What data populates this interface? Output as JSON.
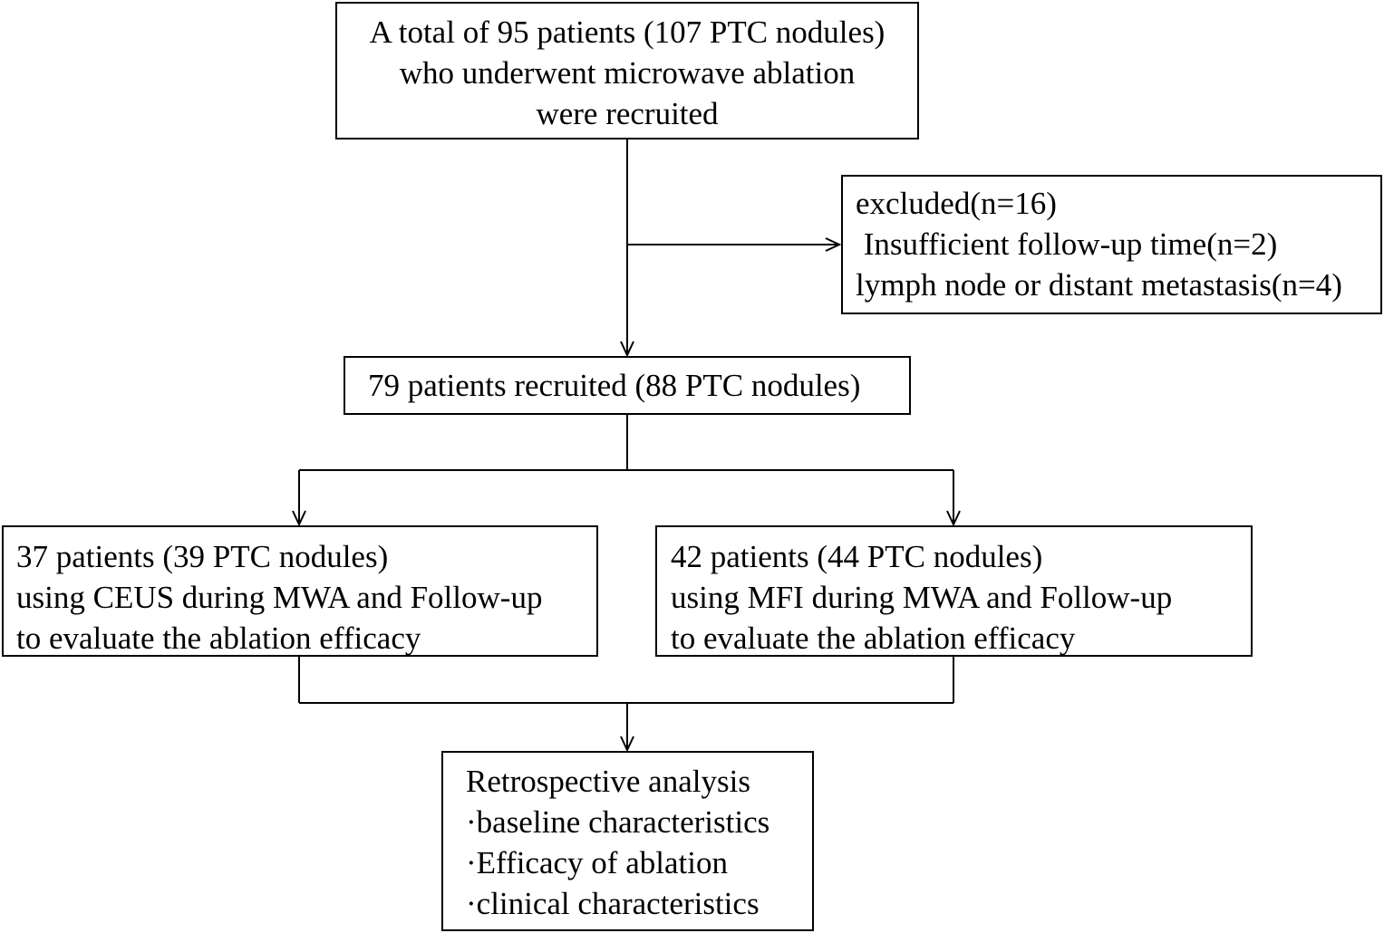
{
  "boxes": {
    "recruited_all": {
      "lines": [
        "A total of 95 patients (107 PTC nodules)",
        "who underwent microwave ablation",
        "were recruited"
      ]
    },
    "excluded": {
      "lines": [
        "excluded(n=16)",
        " Insufficient follow-up time(n=2)",
        "lymph node or distant metastasis(n=4)"
      ]
    },
    "recruited_79": {
      "lines": [
        "79 patients recruited (88 PTC nodules)"
      ]
    },
    "ceus_group": {
      "lines": [
        "37 patients (39 PTC nodules)",
        "using CEUS during MWA and Follow-up",
        "to evaluate the ablation efficacy"
      ]
    },
    "mfi_group": {
      "lines": [
        "42 patients (44 PTC nodules)",
        "using MFI during MWA and Follow-up",
        "to evaluate the ablation efficacy"
      ]
    },
    "analysis": {
      "lines": [
        "Retrospective analysis",
        "·baseline characteristics",
        "·Efficacy of ablation",
        "·clinical characteristics"
      ]
    }
  },
  "colors": {
    "stroke": "#000000",
    "background": "#ffffff",
    "text": "#000000"
  }
}
